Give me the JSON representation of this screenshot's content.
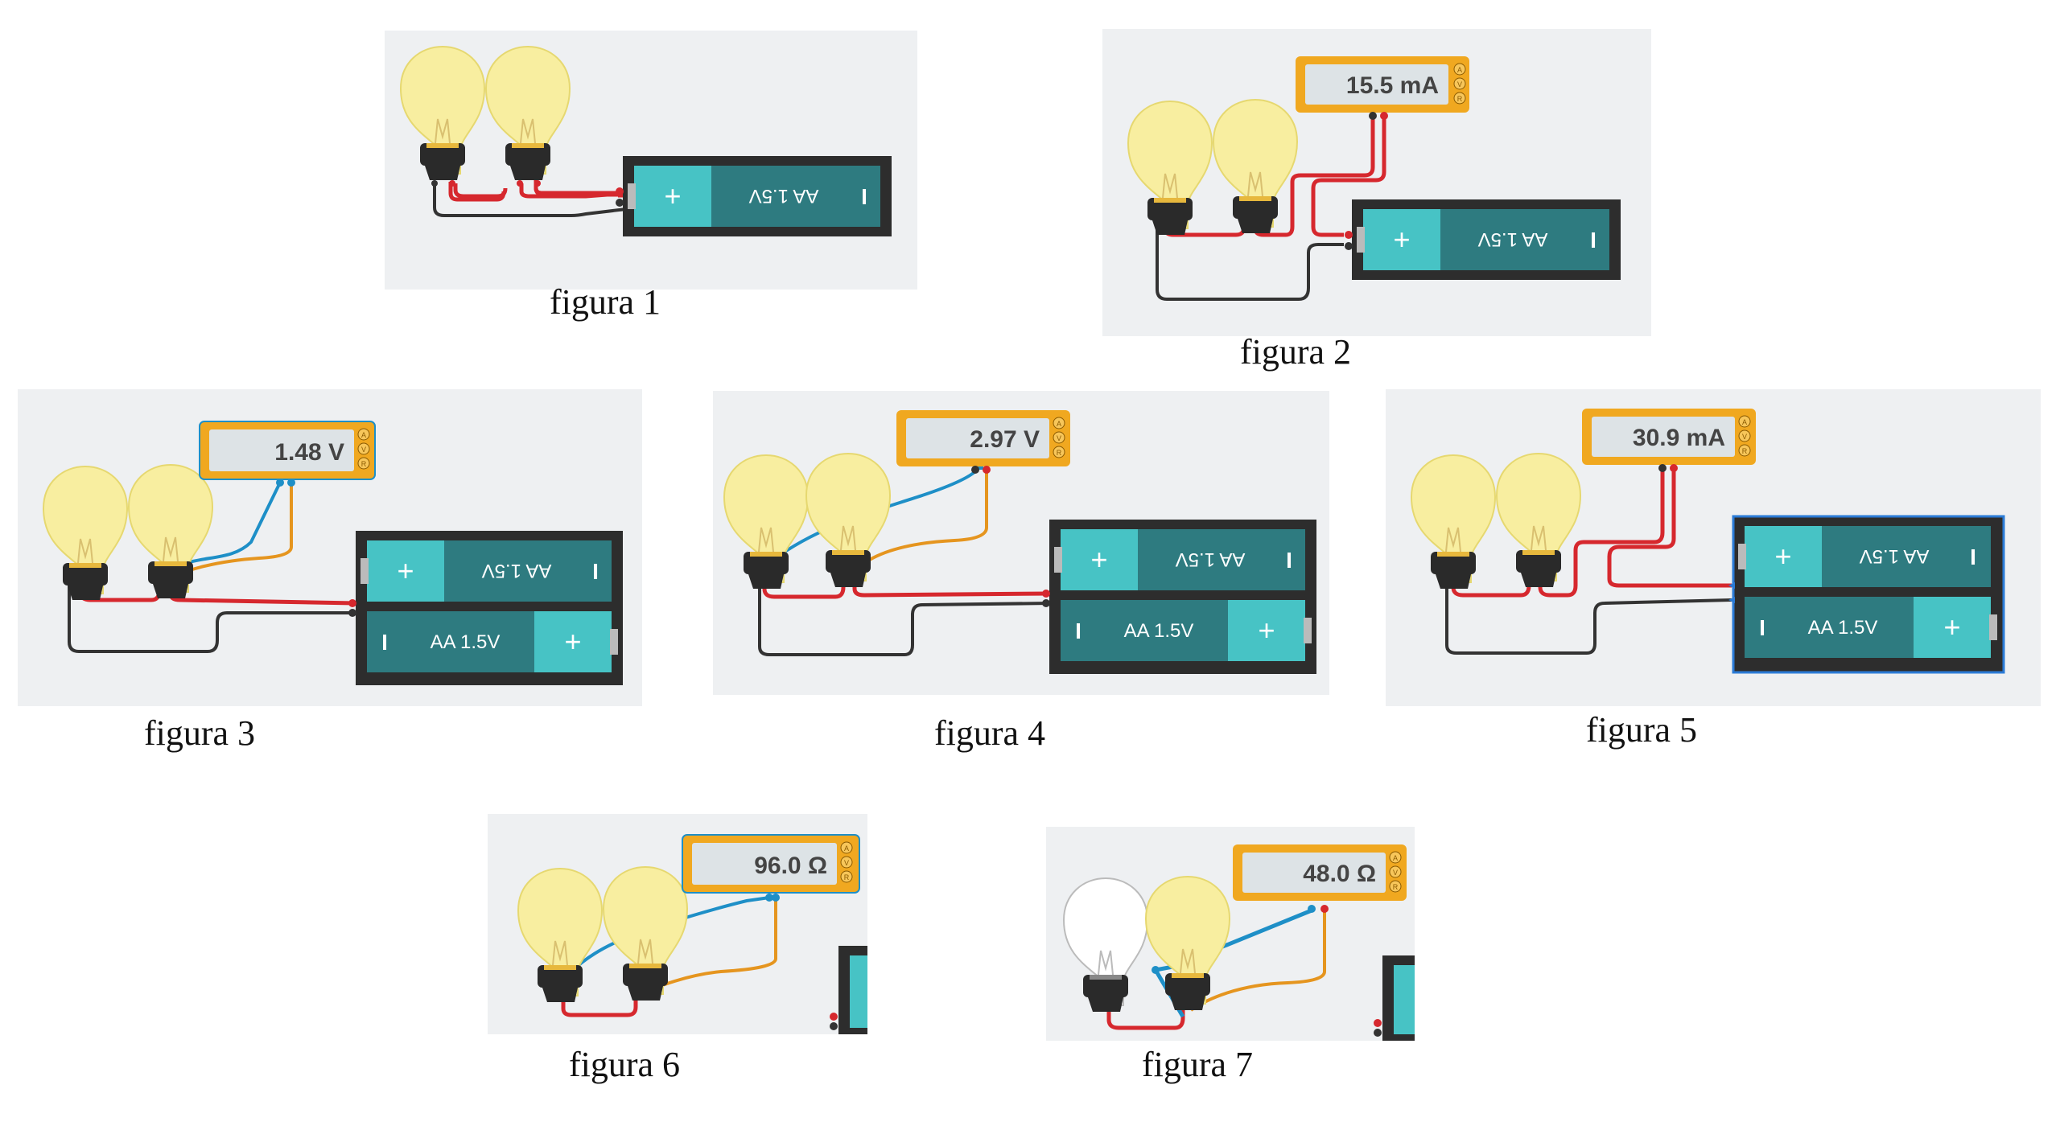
{
  "figures": [
    {
      "id": 1,
      "caption": "figura 1",
      "meter": null
    },
    {
      "id": 2,
      "caption": "figura 2",
      "meter": "15.5 mA"
    },
    {
      "id": 3,
      "caption": "figura 3",
      "meter": "1.48 V"
    },
    {
      "id": 4,
      "caption": "figura 4",
      "meter": "2.97 V"
    },
    {
      "id": 5,
      "caption": "figura 5",
      "meter": "30.9 mA"
    },
    {
      "id": 6,
      "caption": "figura 6",
      "meter": "96.0 Ω"
    },
    {
      "id": 7,
      "caption": "figura 7",
      "meter": "48.0 Ω"
    }
  ],
  "battery": {
    "label": "AA 1.5V",
    "plus": "+",
    "minus": "I"
  },
  "meter_modes": [
    "A",
    "V",
    "R"
  ],
  "colors": {
    "panel": "#eef0f2",
    "bulb_glass": "#f8eea0",
    "bulb_off": "#ffffff",
    "base": "#2a2a2a",
    "wire_red": "#d6282e",
    "wire_black": "#333333",
    "wire_blue": "#1e8fc7",
    "wire_orange": "#e5951f",
    "battery_body": "#2e7b80",
    "battery_plus": "#47c3c5",
    "meter_frame": "#f0a820",
    "meter_screen": "#dde3e6"
  }
}
